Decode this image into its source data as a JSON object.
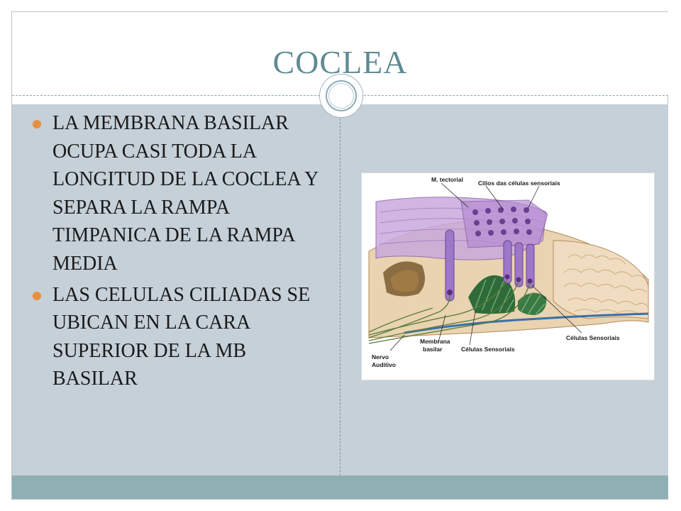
{
  "slide": {
    "title": "COCLEA",
    "bullets": [
      "LA MEMBRANA BASILAR OCUPA CASI TODA LA LONGITUD DE LA COCLEA Y SEPARA LA RAMPA TIMPANICA DE LA RAMPA MEDIA",
      "LAS CELULAS CILIADAS SE UBICAN EN LA CARA SUPERIOR DE LA MB BASILAR"
    ]
  },
  "figure": {
    "labels": {
      "tectorial": "M. tectorial",
      "cilios": "Cilios das células sensoriais",
      "celulas_right": "Células Sensoriais",
      "membrana_line1": "Membrana",
      "membrana_line2": "basilar",
      "celulas_bottom": "Células Sensoriais",
      "nervo_line1": "Nervo",
      "nervo_line2": "Auditivo"
    }
  },
  "colors": {
    "title": "#5f8a94",
    "content_bg": "#c5d0d8",
    "footer_bg": "#8fb0b2",
    "bullet": "#e88e3c"
  }
}
